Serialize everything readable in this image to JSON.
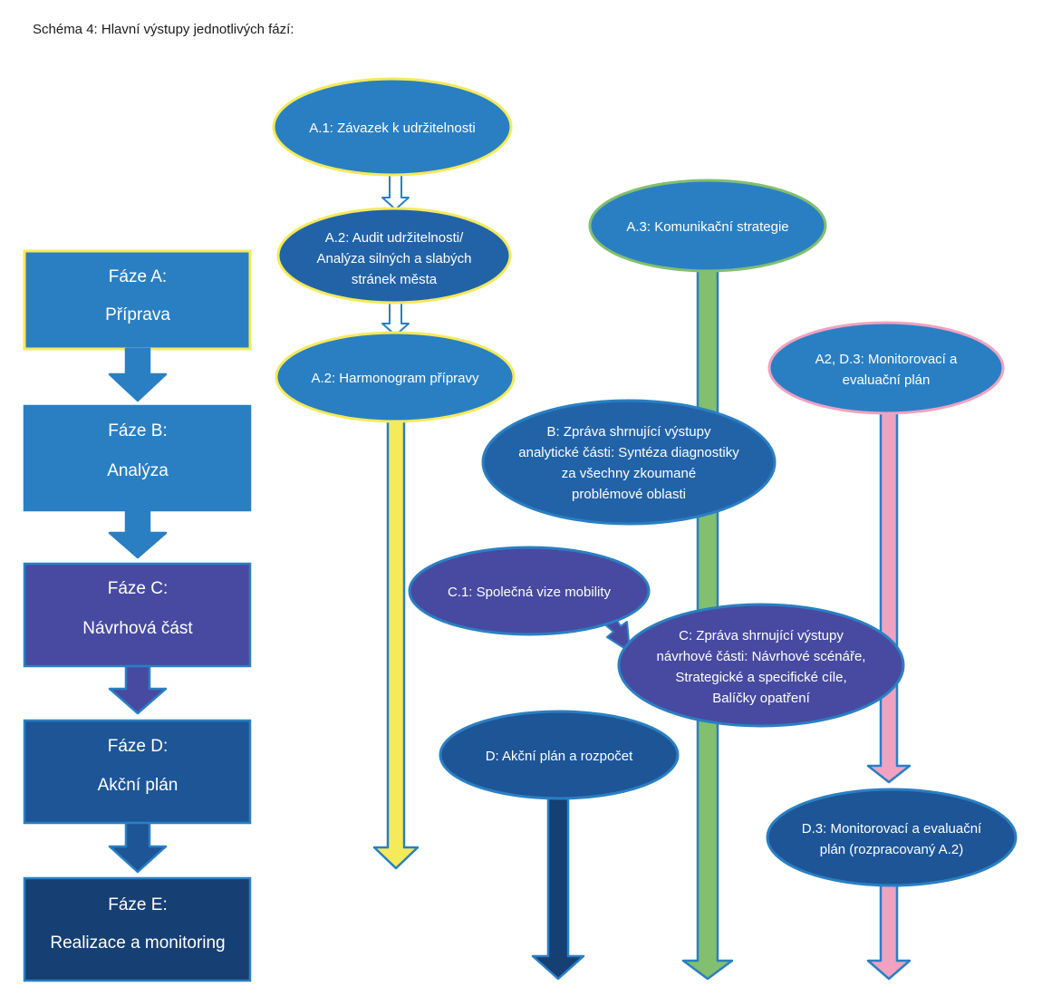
{
  "caption": "Schéma 4: Hlavní výstupy jednotlivých fází:",
  "colors": {
    "phase_a": "#2a7fc3",
    "phase_b": "#2a7fc3",
    "phase_c": "#474aa0",
    "phase_d": "#1d5597",
    "phase_e": "#163f73",
    "ellipse_light": "#2a7fc3",
    "ellipse_mid": "#2263a8",
    "ellipse_purple": "#474aa0",
    "ellipse_dark": "#1d5597",
    "yellow": "#f5ea5a",
    "green": "#82bf6e",
    "pink": "#f0a2c0",
    "stroke": "#2a7fc3"
  },
  "phases": [
    {
      "title": "Fáze A:",
      "subtitle": "Příprava"
    },
    {
      "title": "Fáze B:",
      "subtitle": "Analýza"
    },
    {
      "title": "Fáze C:",
      "subtitle": "Návrhová část"
    },
    {
      "title": "Fáze D:",
      "subtitle": "Akční plán"
    },
    {
      "title": "Fáze E:",
      "subtitle": "Realizace a monitoring"
    }
  ],
  "nodes": {
    "a1": [
      "A.1: Závazek k udržitelnosti"
    ],
    "a2_audit": [
      "A.2: Audit udržitelnosti/",
      "Analýza silných a slabých",
      "stránek města"
    ],
    "a2_harmonogram": [
      "A.2: Harmonogram přípravy"
    ],
    "a3": [
      "A.3: Komunikační strategie"
    ],
    "a2_d3": [
      "A2, D.3: Monitorovací a",
      "evaluační plán"
    ],
    "b": [
      "B: Zpráva shrnující výstupy",
      "analytické části: Syntéza diagnostiky",
      "za všechny zkoumané",
      "problémové oblasti"
    ],
    "c1": [
      "C.1: Společná vize mobility"
    ],
    "c": [
      "C: Zpráva shrnující výstupy",
      "návrhové části: Návrhové scénáře,",
      "Strategické a specifické cíle,",
      "Balíčky opatření"
    ],
    "d": [
      "D: Akční plán a rozpočet"
    ],
    "d3": [
      "D.3: Monitorovací a evaluační",
      "plán (rozpracovaný A.2)"
    ]
  }
}
